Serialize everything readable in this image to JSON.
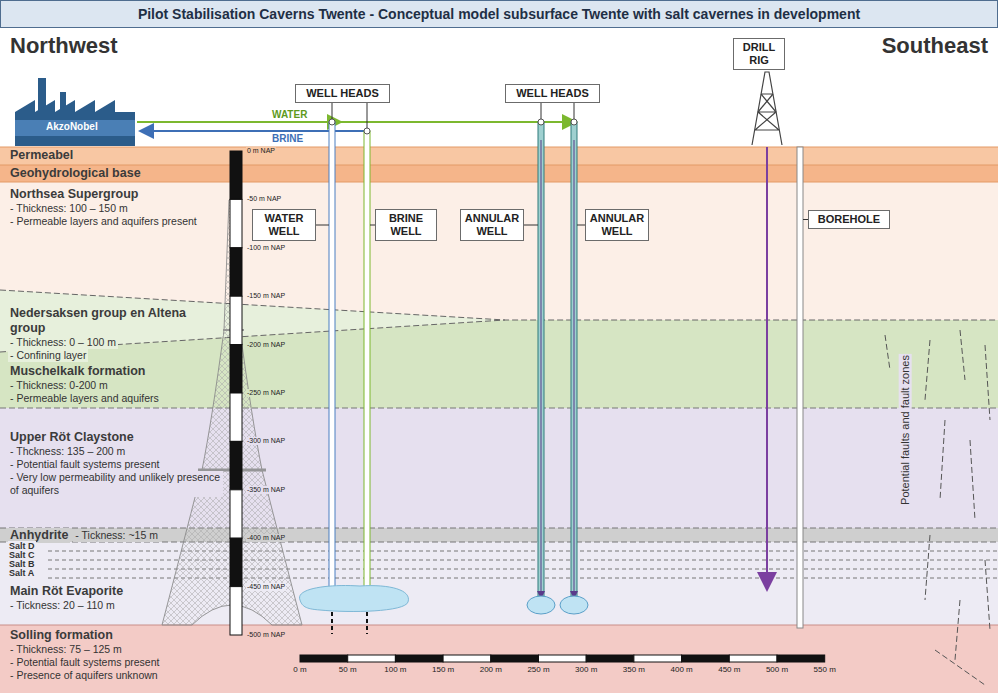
{
  "diagram": {
    "title": "Pilot Stabilisation Caverns Twente - Conceptual model subsurface Twente with salt cavernes in development",
    "nodes": [
      {
        "text": [
          "Permeabel"
        ]
      },
      {
        "text": [
          "Geohydrological base"
        ]
      },
      {
        "text": [
          "Northsea Supergroup",
          "- Thickness: 100 – 150 m",
          "- Permeable layers and aquifers present"
        ]
      },
      {
        "text": [
          "Nedersaksen group en Altena group",
          "- Thickness: 0 – 100 m",
          "- Confining layer"
        ]
      },
      {
        "text": [
          "Muschelkalk formation",
          "- Thickness: 0-200 m",
          "- Permeable layers and aquifers"
        ]
      },
      {
        "text": [
          "Upper Röt Claystone",
          "- Thckness: 135 – 200 m",
          "- Potential fault systems present",
          "- Very low permeability and unlikely presence of aquifers"
        ]
      },
      {
        "text": [
          "Anhydrite",
          "- Tickness: ~15 m"
        ]
      },
      {
        "text": [
          "Main Röt Evaporite",
          "- Tickness: 20 – 110 m"
        ]
      },
      {
        "text": [
          "Solling formation",
          "- Thickness: 75 – 125 m",
          "- Potential fault systems present",
          "- Presence of aquifers unknown"
        ]
      },
      {
        "text": [
          "WELL HEADS"
        ]
      },
      {
        "text": [
          "WELL HEADS"
        ]
      },
      {
        "text": [
          "DRILL RIG"
        ]
      },
      {
        "text": [
          "WATER WELL"
        ]
      },
      {
        "text": [
          "BRINE WELL"
        ]
      },
      {
        "text": [
          "ANNULAR WELL"
        ]
      },
      {
        "text": [
          "ANNULAR WELL"
        ]
      },
      {
        "text": [
          "BOREHOLE"
        ]
      }
    ],
    "labels": [
      "Northwest",
      "Southeast",
      "AkzoNobel",
      "WATER",
      "BRINE",
      "0 m NAP",
      "-50 m NAP",
      "-100 m NAP",
      "-150 m NAP",
      "-200 m NAP",
      "-250 m NAP",
      "-300 m NAP",
      "-350 m NAP",
      "-400 m NAP",
      "-450 m NAP",
      "-500 m NAP",
      "Salt D",
      "Salt C",
      "Salt B",
      "Salt A",
      "Potential faults and fault zones",
      "0 m",
      "50 m",
      "100 m",
      "150 m",
      "200 m",
      "250 m",
      "300 m",
      "350 m",
      "400 m",
      "450 m",
      "500 m",
      "550 m"
    ]
  }
}
